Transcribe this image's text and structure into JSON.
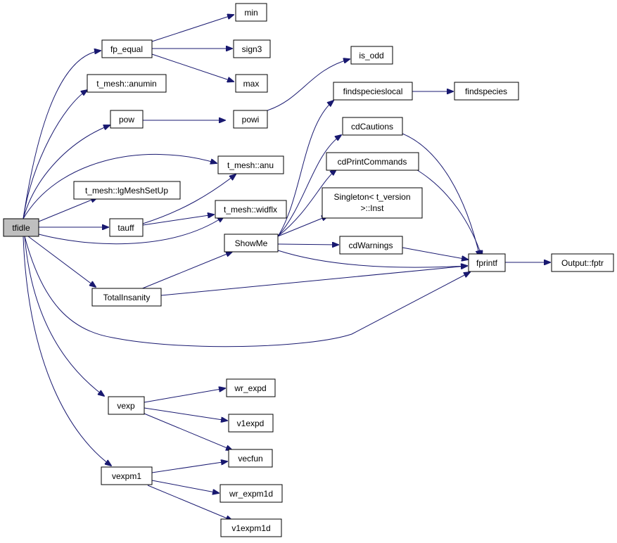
{
  "colors": {
    "edge": "#191970",
    "root_fill": "#bfbfbf",
    "node_fill": "#ffffff"
  },
  "nodes": {
    "tfidle": "tfidle",
    "fp_equal": "fp_equal",
    "min": "min",
    "sign3": "sign3",
    "max": "max",
    "is_odd": "is_odd",
    "anumin": "t_mesh::anumin",
    "findspecieslocal": "findspecieslocal",
    "findspecies": "findspecies",
    "pow": "pow",
    "powi": "powi",
    "cdCautions": "cdCautions",
    "anu": "t_mesh::anu",
    "cdPrintCommands": "cdPrintCommands",
    "lgMeshSetUp": "t_mesh::lgMeshSetUp",
    "singleton_1": "Singleton< t_version",
    "singleton_2": ">::Inst",
    "tauff": "tauff",
    "widflx": "t_mesh::widflx",
    "ShowMe": "ShowMe",
    "cdWarnings": "cdWarnings",
    "fprintf": "fprintf",
    "fptr": "Output::fptr",
    "TotalInsanity": "TotalInsanity",
    "wr_expd": "wr_expd",
    "vexp": "vexp",
    "v1expd": "v1expd",
    "vecfun": "vecfun",
    "vexpm1": "vexpm1",
    "wr_expm1d": "wr_expm1d",
    "v1expm1d": "v1expm1d"
  }
}
